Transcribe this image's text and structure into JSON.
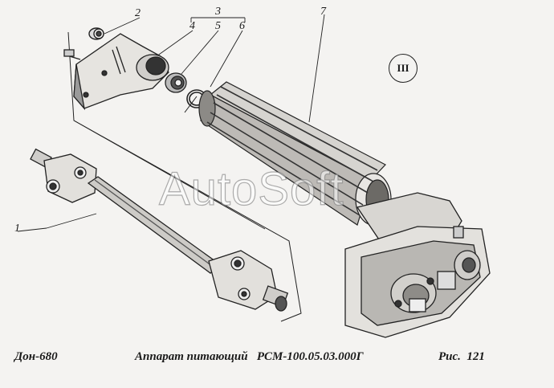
{
  "callouts": {
    "c1": "1",
    "c2": "2",
    "c3": "3",
    "c4": "4",
    "c5": "5",
    "c6": "6",
    "c7": "7"
  },
  "view_mark": "III",
  "watermark": "AutoSoft",
  "caption": {
    "code": "Дон-680",
    "title": "Аппарат питающий   РСМ-100.05.03.000Г",
    "figure": "Рис.  121"
  }
}
